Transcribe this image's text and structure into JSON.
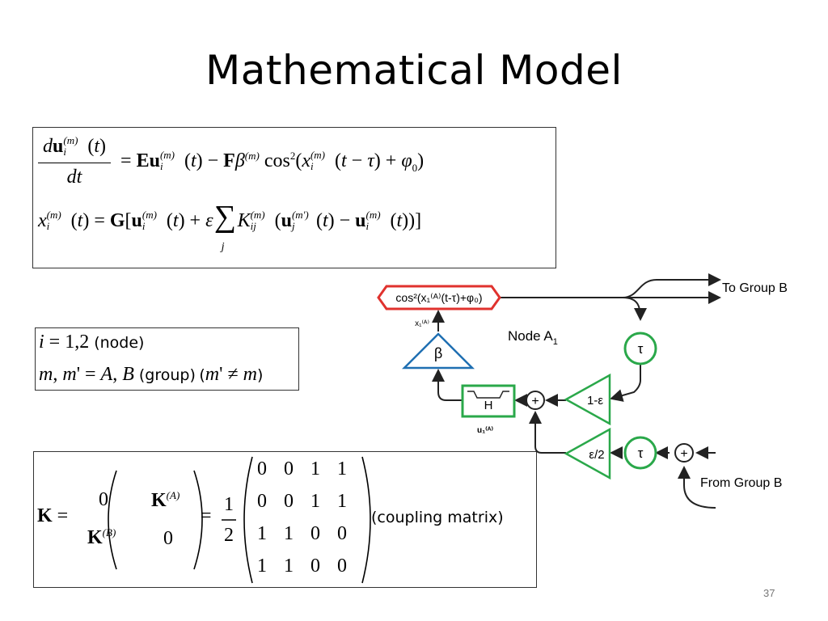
{
  "slide": {
    "title": "Mathematical Model",
    "page_number": "37"
  },
  "equations": {
    "eq1_rhs": "= Eu_i^(m)(t) − F β^(m) cos²(x_i^(m)(t − τ) + φ_0)",
    "eq2": "x_i^(m)(t) = G[u_i^(m)(t) + ε Σ_j K_ij^(m) (u_j^(m')(t) − u_i^(m)(t))]"
  },
  "definitions": {
    "node_label": "(node)",
    "group_label": "(group)"
  },
  "coupling": {
    "label": "(coupling matrix)",
    "matrix_rows": [
      [
        "0",
        "0",
        "1",
        "1"
      ],
      [
        "0",
        "0",
        "1",
        "1"
      ],
      [
        "1",
        "1",
        "0",
        "0"
      ],
      [
        "1",
        "1",
        "0",
        "0"
      ]
    ]
  },
  "diagram": {
    "to_group": "To Group B",
    "from_group": "From Group B",
    "node_label": "Node A",
    "node_subscript": "1",
    "cos_block": "cos²(x₁⁽ᴬ⁾(t-τ)+φ₀)",
    "beta": "β",
    "tau": "τ",
    "H": "H",
    "plus": "+",
    "one_minus_eps": "1-ε",
    "eps_half": "ε/2",
    "x_label": "x₁⁽ᴬ⁾",
    "u_label": "u₁⁽ᴬ⁾",
    "colors": {
      "red": "#e0322e",
      "blue": "#1f6fb2",
      "green": "#2aa84a"
    }
  }
}
